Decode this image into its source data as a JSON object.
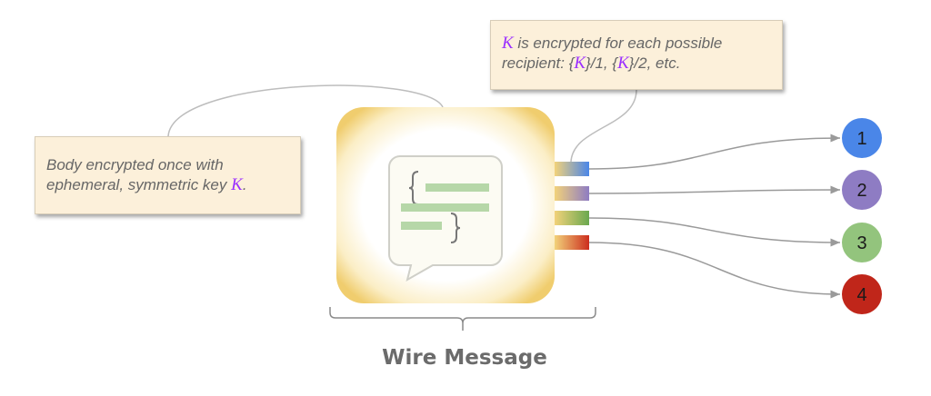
{
  "diagram": {
    "title": "Wire Message",
    "notes": {
      "top": {
        "key_symbol": "K",
        "line1_rest": " is encrypted for each possible",
        "line2_prefix": "recipient: {",
        "line2_mid1": "}/1, {",
        "line2_suffix": "}/2, etc."
      },
      "left": {
        "line1": "Body encrypted once with",
        "line2_prefix": "ephemeral, symmetric key ",
        "key_symbol": "K",
        "line2_suffix": "."
      }
    },
    "message_icon": "chat-bubble-code-icon",
    "key_slots": [
      {
        "id": 1,
        "color": "#4a86e8"
      },
      {
        "id": 2,
        "color": "#8e7cc3"
      },
      {
        "id": 3,
        "color": "#6aa84f"
      },
      {
        "id": 4,
        "color": "#cc2e1e"
      }
    ],
    "recipients": [
      {
        "label": "1",
        "color": "#4a86e8"
      },
      {
        "label": "2",
        "color": "#8e7cc3"
      },
      {
        "label": "3",
        "color": "#93c47d"
      },
      {
        "label": "4",
        "color": "#c0261a"
      }
    ],
    "colors": {
      "note_bg": "#fcf0da",
      "key_accent": "#9b30ff",
      "envelope_gold": "#f2d27a",
      "connector": "#9a9a9a"
    }
  }
}
